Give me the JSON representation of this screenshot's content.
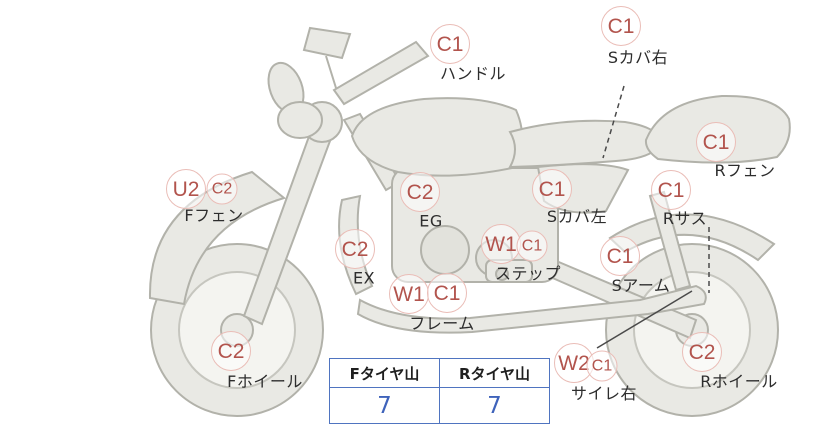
{
  "diagram": {
    "markers": [
      {
        "id": "handlebar",
        "codes": [
          "C1"
        ],
        "label": "ハンドル"
      },
      {
        "id": "side-cover-right",
        "codes": [
          "C1"
        ],
        "label": "Sカバ右"
      },
      {
        "id": "rear-fender",
        "codes": [
          "C1"
        ],
        "label": "Rフェン"
      },
      {
        "id": "front-fender",
        "codes": [
          "U2",
          "C2"
        ],
        "label": "Fフェン"
      },
      {
        "id": "engine",
        "codes": [
          "C2"
        ],
        "label": "EG"
      },
      {
        "id": "side-cover-left",
        "codes": [
          "C1"
        ],
        "label": "Sカバ左"
      },
      {
        "id": "rear-suspension",
        "codes": [
          "C1"
        ],
        "label": "Rサス"
      },
      {
        "id": "exhaust",
        "codes": [
          "C2"
        ],
        "label": "EX"
      },
      {
        "id": "step",
        "codes": [
          "W1",
          "C1"
        ],
        "label": "ステップ"
      },
      {
        "id": "swing-arm",
        "codes": [
          "C1"
        ],
        "label": "Sアーム"
      },
      {
        "id": "frame",
        "codes": [
          "W1",
          "C1"
        ],
        "label": "フレーム"
      },
      {
        "id": "front-wheel",
        "codes": [
          "C2"
        ],
        "label": "Fホイール"
      },
      {
        "id": "silencer-right",
        "codes": [
          "W2",
          "C1"
        ],
        "label": "サイレ右"
      },
      {
        "id": "rear-wheel",
        "codes": [
          "C2"
        ],
        "label": "Rホイール"
      }
    ],
    "tire_table": {
      "headers": [
        "Fタイヤ山",
        "Rタイヤ山"
      ],
      "values": [
        "7",
        "7"
      ]
    },
    "colors": {
      "marker_text": "#b2544d",
      "marker_circle_border": "#eabdb7",
      "label_text": "#2d2d2d",
      "table_border": "#4f74c0",
      "table_value": "#3f63bb",
      "bike_fill": "#e9e9e4",
      "bike_stroke": "#b2b2aa"
    }
  }
}
